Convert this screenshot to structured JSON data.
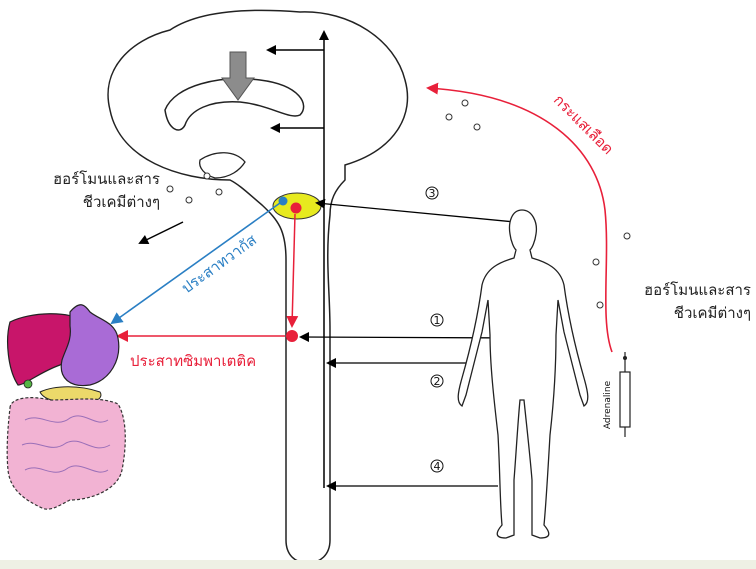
{
  "labels": {
    "hormone_left_line1": "ฮอร์โมนและสาร",
    "hormone_left_line2": "ชีวเคมีต่างๆ",
    "hormone_right_line1": "ฮอร์โมนและสาร",
    "hormone_right_line2": "ชีวเคมีต่างๆ",
    "bloodstream": "กระแสเลือด",
    "vagus_nerve": "ประสาทวากัส",
    "sympathetic_nerve": "ประสาทซิมพาเตติค",
    "syringe_text": "Adrenaline"
  },
  "markers": {
    "m1": "1",
    "m2": "2",
    "m3": "3",
    "m4": "4"
  },
  "colors": {
    "red": "#e8203a",
    "blue": "#2a7fc4",
    "yellow": "#e7ea1f",
    "liver": "#c8156a",
    "stomach": "#a96bd6",
    "intestine": "#f2b3d3",
    "pancreas": "#ecd96a"
  }
}
